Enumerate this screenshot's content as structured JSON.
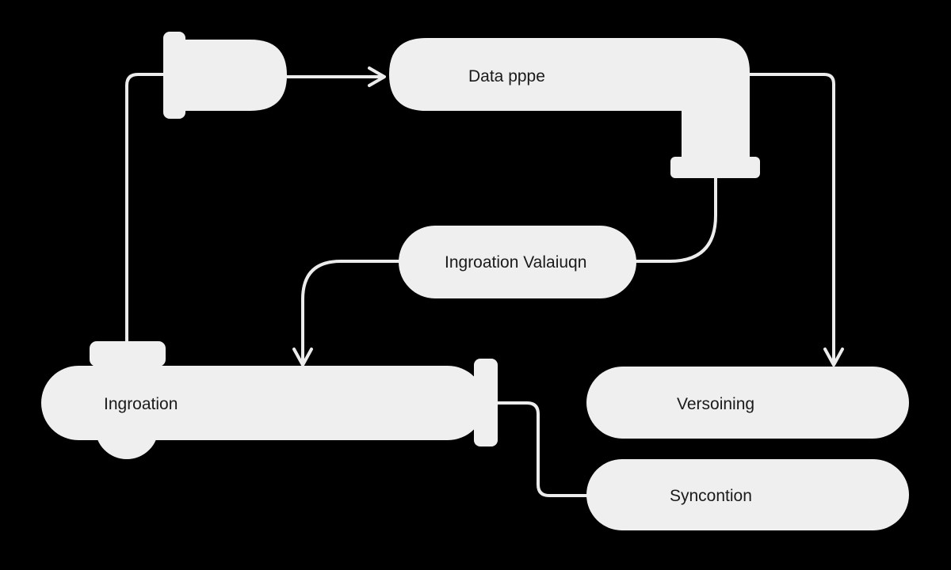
{
  "diagram": {
    "nodes": {
      "data_pipe": {
        "label": "Data pppe"
      },
      "ingestion_validation": {
        "label": "Ingroation Valaiuqn"
      },
      "ingestion": {
        "label": "Ingroation"
      },
      "versioning": {
        "label": "Versoining"
      },
      "synchronization": {
        "label": "Syncontion"
      }
    },
    "colors": {
      "background": "#000000",
      "shape_fill": "#efefef",
      "connector": "#ececec",
      "text": "#1a1a1a"
    }
  }
}
